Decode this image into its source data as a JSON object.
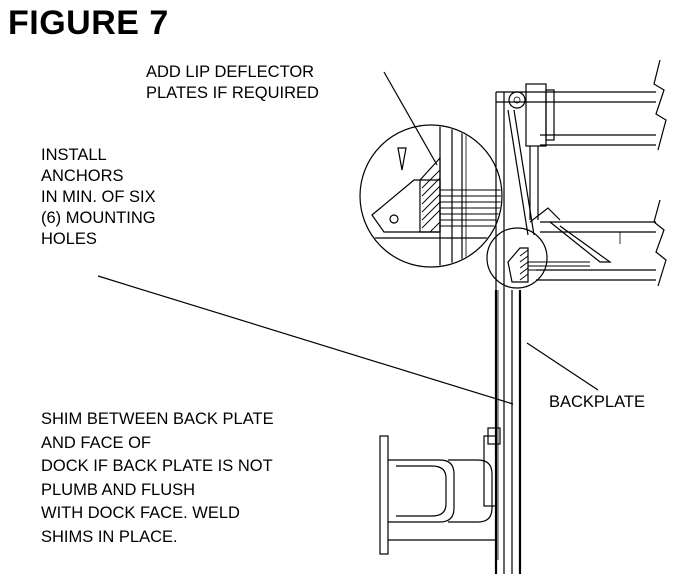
{
  "figure": {
    "title": "FIGURE 7"
  },
  "callouts": {
    "lip_deflector": [
      "ADD LIP DEFLECTOR",
      "PLATES IF REQUIRED"
    ],
    "anchors": [
      "INSTALL",
      "ANCHORS",
      "IN MIN. OF SIX",
      "(6) MOUNTING",
      "HOLES"
    ],
    "shim": [
      "SHIM BETWEEN BACK PLATE",
      "AND FACE OF",
      "DOCK IF BACK PLATE IS NOT",
      "PLUMB AND FLUSH",
      "WITH DOCK FACE. WELD",
      "SHIMS IN PLACE."
    ],
    "backplate": "BACKPLATE"
  },
  "icons": {
    "detail": "magnified-detail-circle"
  }
}
